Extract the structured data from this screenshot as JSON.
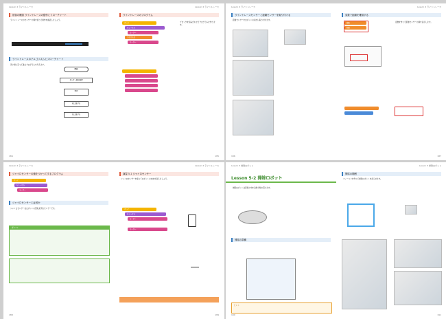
{
  "pages": [
    {
      "header": "Lesson 4 ライントレース",
      "number": "184",
      "sec1": "前後の確認 ライントレースの動作とフローチャート",
      "sec2": "ライントレースのアルゴリズムとフローチャート",
      "body1": "ライントレースのセンサーの値を使って動作を確認しましょう。",
      "body2": "黒い線に沿って進むプログラムを考えます。",
      "flow": [
        "開始",
        "センサー値の取得",
        "判定",
        "右に曲がる",
        "左に曲がる"
      ]
    },
    {
      "header": "Lesson 4 ライントレース",
      "number": "185",
      "sec1": "ライントレースのプログラム",
      "body1": "ブロックを組み合わせてプログラムを作ります。",
      "blocks": [
        "ずっと",
        "もし〜なら",
        "モーター",
        "でなければ",
        "モーター"
      ]
    },
    {
      "header": "Lesson 4 ライントレース",
      "number": "186",
      "sec1": "ライントレースセンサーと距離センサーを取り付ける",
      "body1": "距離センサーをロボットの前方に取り付けます。"
    },
    {
      "header": "Lesson 4 ライントレース",
      "number": "187",
      "sec1": "変数で距離を確認する",
      "body1": "変数を作って距離センサーの値を表示します。",
      "var1": "変数",
      "var2": "距離"
    },
    {
      "header": "Lesson 4 ライントレース",
      "number": "188",
      "sec1": "ジャイロセンサーの値をつかってするプログラム",
      "sec2": "ジャイロセンサーとは何か",
      "body1": "ジャイロセンサーはロボットの回転を測るセンサーです。",
      "tip": "ポイント",
      "blocks": [
        "ずっと",
        "もし〜なら",
        "モーター"
      ]
    },
    {
      "header": "Lesson 4 ライントレース",
      "number": "189",
      "sec1": "演習 5-1 ジャイロセンサー",
      "body1": "ジャイロセンサーを使ってロボットの向きを変えましょう。",
      "blocks": [
        "ずっと",
        "もし〜なら",
        "モーター",
        "モーター"
      ]
    },
    {
      "header": "Lesson 5 掃除ロボット",
      "number": "190",
      "lesson": "Lesson 5-2 掃除ロボット",
      "sec1": "掃除の準備",
      "body1": "掃除ロボットは部屋の中を自動で動き回ります。",
      "note": "ヒント"
    },
    {
      "header": "Lesson 5 掃除ロボット",
      "number": "191",
      "sec1": "掃除の範囲",
      "body1": "フィールドを作って掃除ロボットを走らせます。"
    }
  ]
}
